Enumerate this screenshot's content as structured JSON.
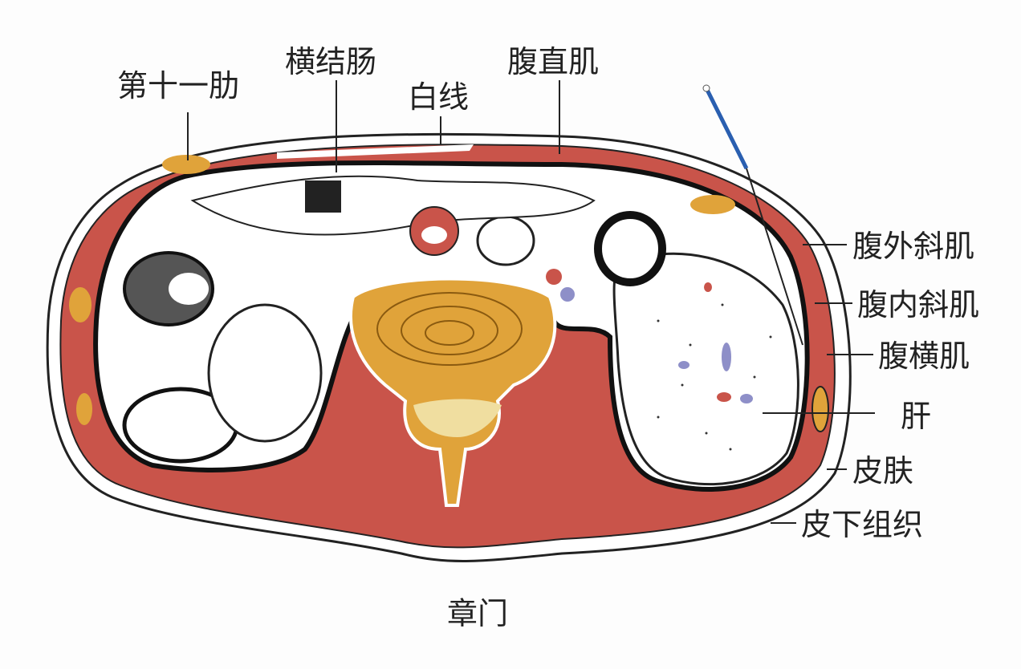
{
  "labels": {
    "rib11": "第十一肋",
    "transverse_colon": "横结肠",
    "linea_alba": "白线",
    "rectus_abdominis": "腹直肌",
    "external_oblique": "腹外斜肌",
    "internal_oblique": "腹内斜肌",
    "transversus_abdominis": "腹横肌",
    "liver": "肝",
    "skin": "皮肤",
    "subcutaneous": "皮下组织",
    "acupoint": "章门"
  },
  "colors": {
    "muscle": "#c9544a",
    "bone": "#e0a33a",
    "needle": "#2a5fb0",
    "vein": "#8e8fc8",
    "outline": "#1a1a1a"
  }
}
